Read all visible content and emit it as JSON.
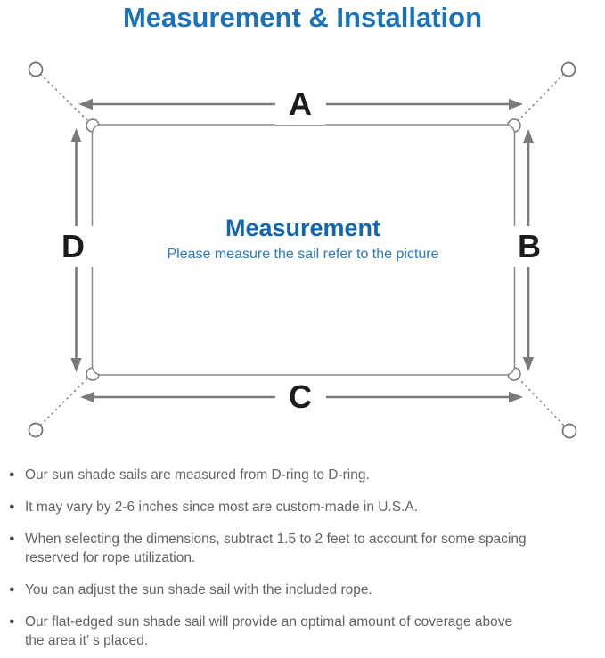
{
  "page": {
    "title": "Measurement & Installation"
  },
  "diagram": {
    "labels": {
      "top": "A",
      "right": "B",
      "bottom": "C",
      "left": "D"
    },
    "center": {
      "heading": "Measurement",
      "subheading": "Please measure the sail refer to the picture"
    }
  },
  "notes": {
    "bullet_glyph": "●",
    "items": [
      {
        "text": "Our sun shade sails are measured from D-ring to D-ring."
      },
      {
        "text": "It may vary by 2-6 inches since most are custom-made in U.S.A."
      },
      {
        "text": "When selecting the dimensions, subtract 1.5 to 2 feet to account for some spacing\nreserved for rope utilization."
      },
      {
        "text": "You can adjust the sun shade sail with the included rope."
      },
      {
        "text": "Our flat-edged sun shade sail will provide an optimal amount of coverage above\nthe area it’ s placed."
      }
    ]
  },
  "colors": {
    "title_blue": "#1a73ba",
    "heading_blue": "#1166ae",
    "subheading_blue": "#2a79c0",
    "diagram_line_gray": "#7a7a7a",
    "sail_outline_gray": "#8a8a8a",
    "dimension_label_black": "#1c1c1c",
    "note_text_gray": "#636363"
  }
}
